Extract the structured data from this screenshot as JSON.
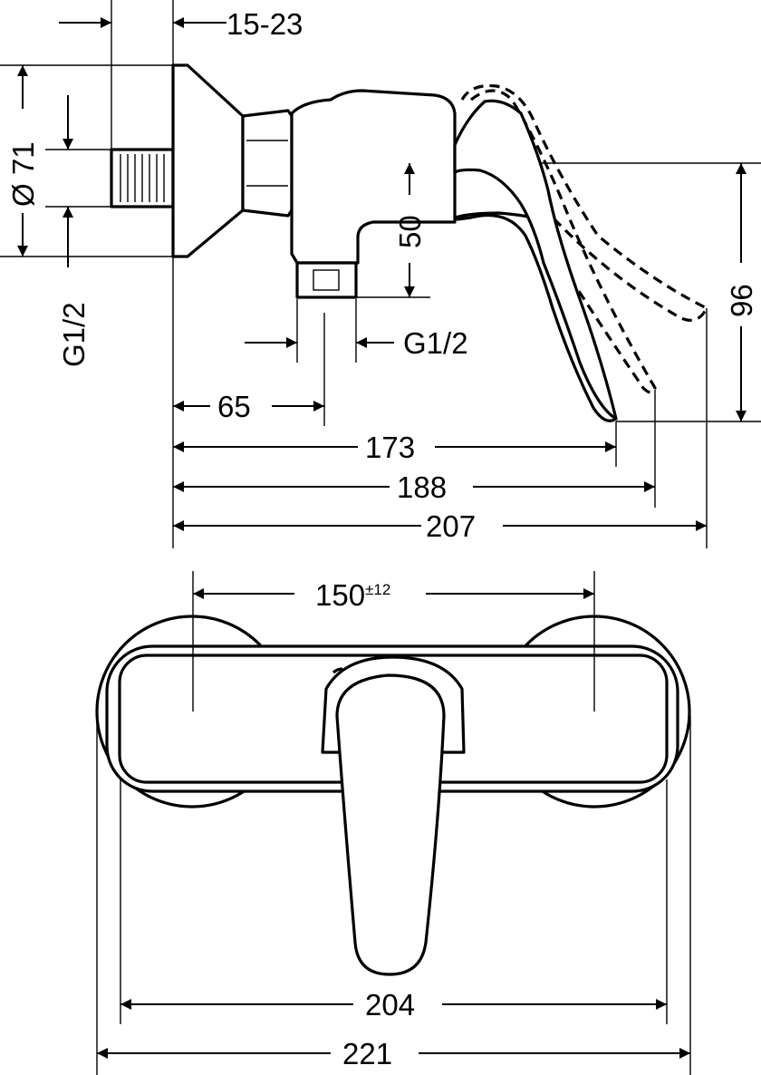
{
  "side_view": {
    "dim_wall_depth": "15-23",
    "dim_rosette_diameter": "Ø 71",
    "dim_inlet_thread": "G1/2",
    "dim_outlet_offset": "50",
    "dim_height": "96",
    "dim_outlet_thread": "G1/2",
    "dim_outlet_distance": "65",
    "dim_length_handle": "173",
    "dim_length_handle_mid": "188",
    "dim_length_total": "207"
  },
  "front_view": {
    "dim_centers": "150",
    "dim_centers_tolerance": "±12",
    "dim_body_width": "204",
    "dim_total_width": "221"
  }
}
